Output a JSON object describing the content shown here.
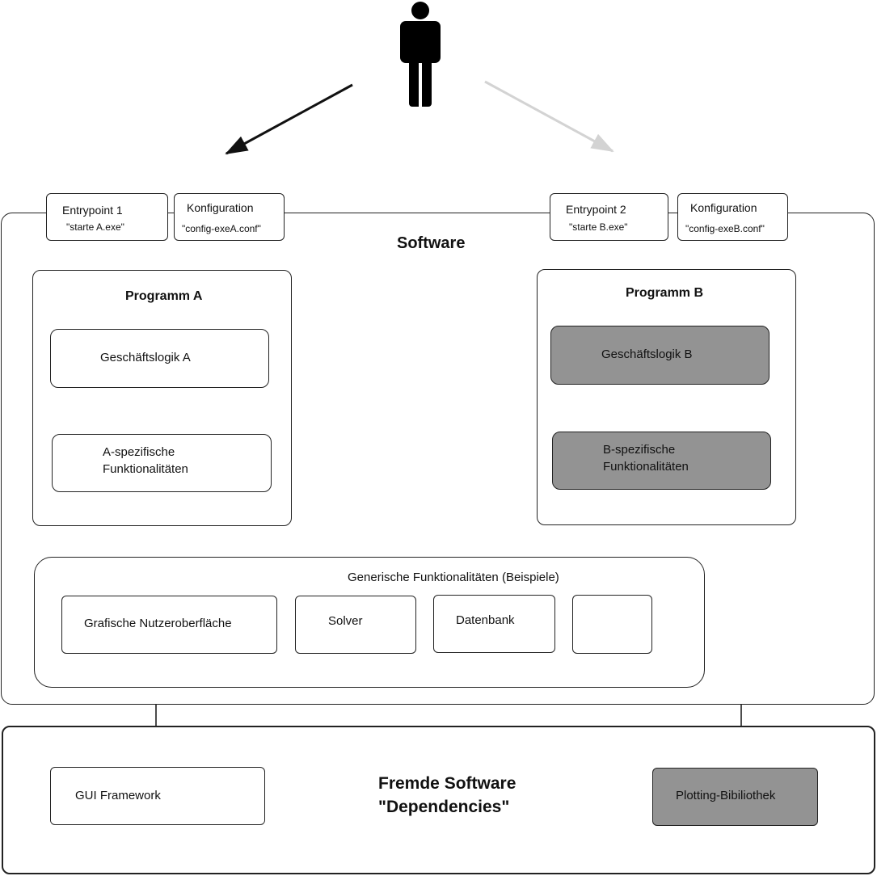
{
  "title": "Software",
  "dependencies_title_line1": "Fremde Software",
  "dependencies_title_line2": "\"Dependencies\"",
  "entrypoint1": {
    "title": "Entrypoint 1",
    "command": "\"starte A.exe\""
  },
  "config_a": {
    "title": "Konfiguration",
    "file": "\"config-exeA.conf\""
  },
  "entrypoint2": {
    "title": "Entrypoint 2",
    "command": "\"starte B.exe\""
  },
  "config_b": {
    "title": "Konfiguration",
    "file": "\"config-exeB.conf\""
  },
  "program_a": {
    "title": "Programm A",
    "logic": "Geschäftslogik A",
    "specific_line1": "A-spezifische",
    "specific_line2": "Funktionalitäten"
  },
  "program_b": {
    "title": "Programm B",
    "logic": "Geschäftslogik B",
    "specific_line1": "B-spezifische",
    "specific_line2": "Funktionalitäten"
  },
  "generic": {
    "title": "Generische Funktionalitäten (Beispiele)",
    "items": [
      "Grafische Nutzeroberfläche",
      "Solver",
      "Datenbank",
      ""
    ]
  },
  "external": {
    "gui": "GUI Framework",
    "plotting": "Plotting-Bibiliothek"
  },
  "colors": {
    "shaded_box": "#939393",
    "inactive_arrow": "#d3d3d3",
    "line": "#222222"
  }
}
